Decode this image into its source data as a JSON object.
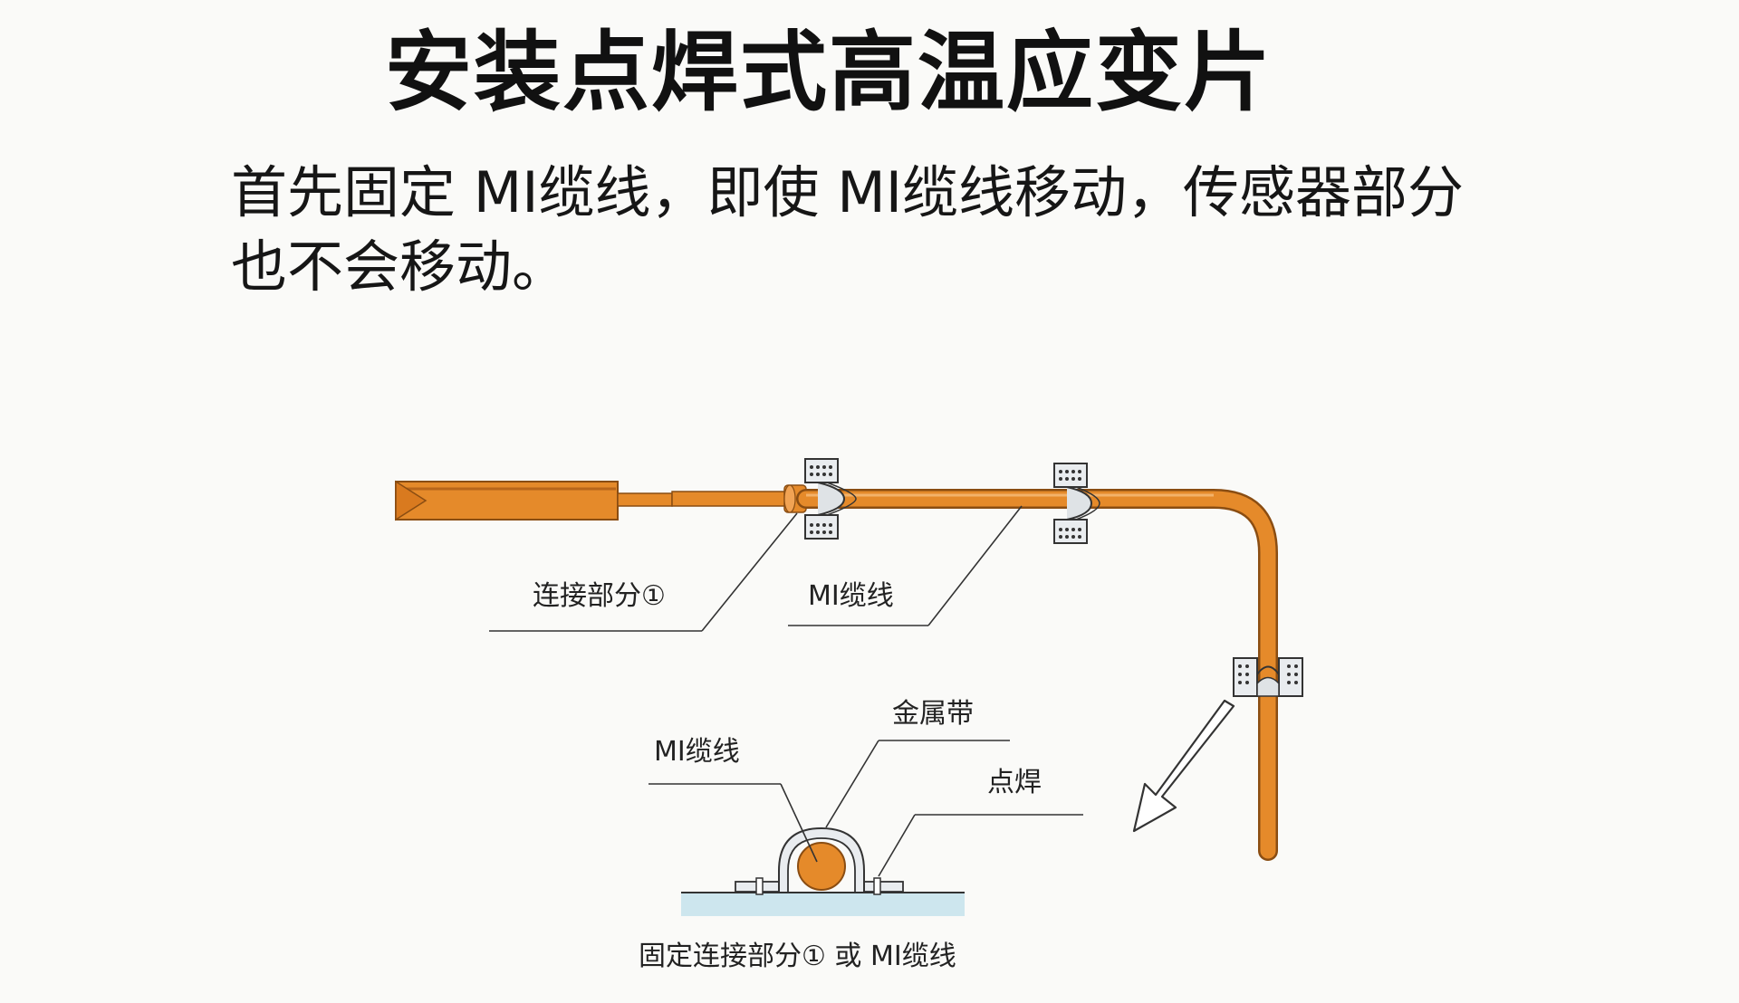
{
  "title": "安装点焊式高温应变片",
  "description": {
    "line1": "首先固定 MI缆线，即使 MI缆线移动，传感器部分",
    "line2": "也不会移动。"
  },
  "labels": {
    "connection_part": "连接部分①",
    "mi_cable_top": "MI缆线",
    "metal_band": "金属带",
    "mi_cable_detail": "MI缆线",
    "spot_weld": "点焊",
    "caption": "固定连接部分① 或 MI缆线"
  },
  "colors": {
    "cable": "#e58a2a",
    "cable_dark": "#8a4d12",
    "clamp": "#e9ecef",
    "base": "#cde6ee"
  }
}
